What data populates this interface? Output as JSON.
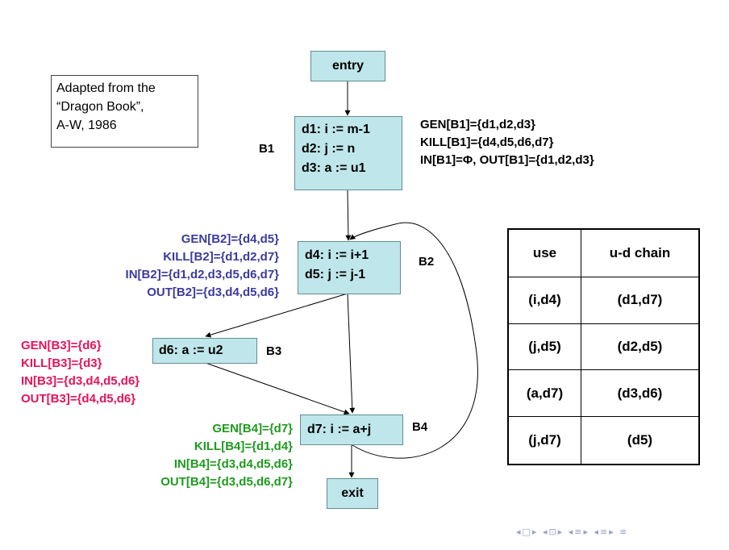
{
  "note": {
    "lines": [
      "Adapted from the",
      "“Dragon Book”,",
      "A-W, 1986"
    ]
  },
  "nodes": {
    "entry": [
      "entry"
    ],
    "b1": [
      "d1: i := m-1",
      "d2: j := n",
      "d3: a := u1"
    ],
    "b2": [
      "d4: i := i+1",
      "d5: j := j-1"
    ],
    "b3": [
      "d6: a := u2"
    ],
    "b4": [
      "d7: i := a+j"
    ],
    "exit": [
      "exit"
    ]
  },
  "block_labels": {
    "b1": "B1",
    "b2": "B2",
    "b3": "B3",
    "b4": "B4"
  },
  "sets": {
    "b1": [
      "GEN[B1]={d1,d2,d3}",
      "KILL[B1]={d4,d5,d6,d7}",
      "IN[B1]=Φ, OUT[B1]={d1,d2,d3}"
    ],
    "b2": [
      "GEN[B2]={d4,d5}",
      "KILL[B2]={d1,d2,d7}",
      "IN[B2]={d1,d2,d3,d5,d6,d7}",
      "OUT[B2]={d3,d4,d5,d6}"
    ],
    "b3": [
      "GEN[B3]={d6}",
      "KILL[B3]={d3}",
      "IN[B3]={d3,d4,d5,d6}",
      "OUT[B3]={d4,d5,d6}"
    ],
    "b4": [
      "GEN[B4]={d7}",
      "KILL[B4]={d1,d4}",
      "IN[B4]={d3,d4,d5,d6}",
      "OUT[B4]={d3,d5,d6,d7}"
    ]
  },
  "colors": {
    "node_fill": "#bfe6ea",
    "b1_sets": "#000000",
    "b2_sets": "#3b3b9c",
    "b3_sets": "#e6135a",
    "b4_sets": "#1f9a1f",
    "edge": "#000000"
  },
  "ud_table": {
    "headers": [
      "use",
      "u-d chain"
    ],
    "rows": [
      [
        "(i,d4)",
        "(d1,d7)"
      ],
      [
        "(j,d5)",
        "(d2,d5)"
      ],
      [
        "(a,d7)",
        "(d3,d6)"
      ],
      [
        "(j,d7)",
        "(d5)"
      ]
    ]
  },
  "nav_icons": [
    "nav-first-icon",
    "nav-prev-icon",
    "nav-section-icon",
    "nav-subsection-icon",
    "nav-menu-icon"
  ]
}
